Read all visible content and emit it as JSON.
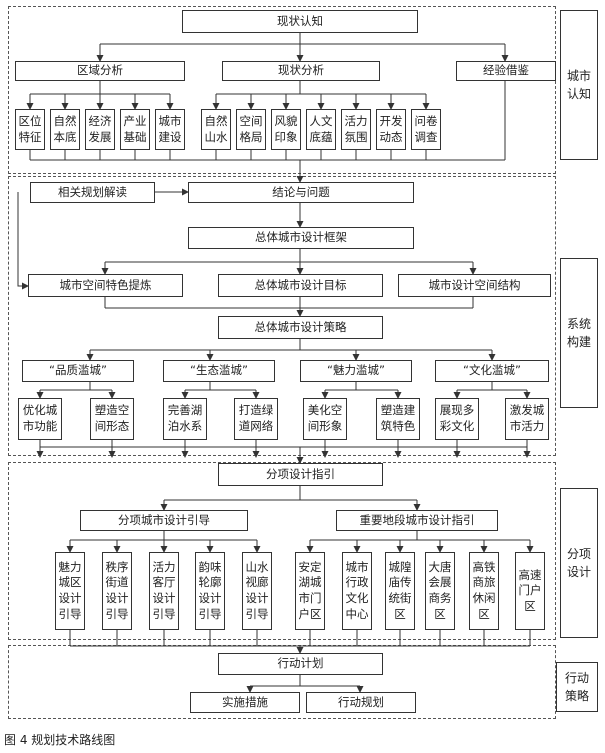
{
  "section1": {
    "side_label": "城市\n认知",
    "top": "现状认知",
    "headers": [
      "区域分析",
      "现状分析",
      "经验借鉴"
    ],
    "region_items": [
      "区位\n特征",
      "自然\n本底",
      "经济\n发展",
      "产业\n基础",
      "城市\n建设"
    ],
    "status_items": [
      "自然\n山水",
      "空间\n格局",
      "风貌\n印象",
      "人文\n底蕴",
      "活力\n氛围",
      "开发\n动态",
      "问卷\n调查"
    ]
  },
  "section2": {
    "side_label": "系统\n构建",
    "related": "相关规划解读",
    "conclusion": "结论与问题",
    "framework": "总体城市设计框架",
    "tier": [
      "城市空间特色提炼",
      "总体城市设计目标",
      "城市设计空间结构"
    ],
    "strategy": "总体城市设计策略",
    "themes": [
      "“品质滥城”",
      "“生态滥城”",
      "“魅力滥城”",
      "“文化滥城”"
    ],
    "leaves": [
      "优化城\n市功能",
      "塑造空\n间形态",
      "完善湖\n泊水系",
      "打造绿\n道网络",
      "美化空\n间形象",
      "塑造建\n筑特色",
      "展现多\n彩文化",
      "激发城\n市活力"
    ]
  },
  "section3": {
    "side_label": "分项\n设计",
    "top": "分项设计指引",
    "headers": [
      "分项城市设计引导",
      "重要地段城市设计指引"
    ],
    "left_items": [
      "魅力\n城区\n设计\n引导",
      "秩序\n街道\n设计\n引导",
      "活力\n客厅\n设计\n引导",
      "韵味\n轮廓\n设计\n引导",
      "山水\n视廊\n设计\n引导"
    ],
    "right_items": [
      "安定\n湖城\n市门\n户区",
      "城市\n行政\n文化\n中心",
      "城隍\n庙传\n统街\n区",
      "大唐\n会展\n商务\n区",
      "高铁\n商旅\n休闲\n区",
      "高速\n门户\n区"
    ]
  },
  "section4": {
    "side_label": "行动\n策略",
    "top": "行动计划",
    "items": [
      "实施措施",
      "行动规划"
    ]
  },
  "caption": "图 4  规划技术路线图"
}
